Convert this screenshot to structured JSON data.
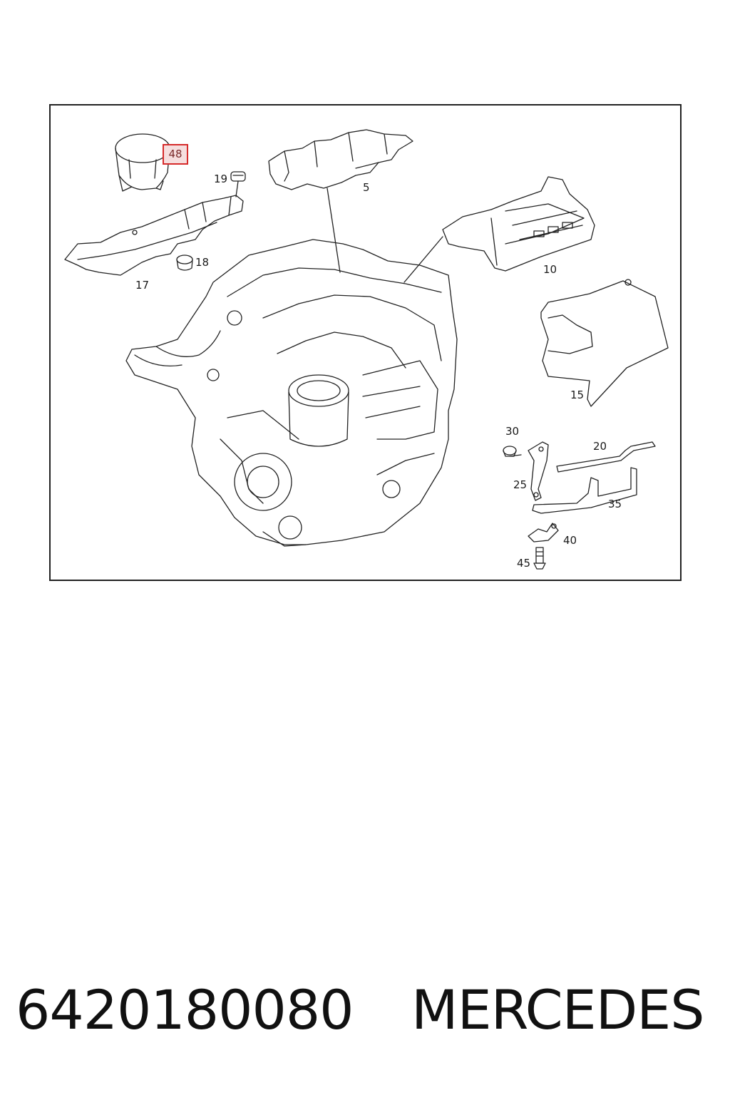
{
  "diagram": {
    "labels": {
      "l48": "48",
      "l19": "19",
      "l5": "5",
      "l18": "18",
      "l17": "17",
      "l10": "10",
      "l15": "15",
      "l30": "30",
      "l20": "20",
      "l25": "25",
      "l35": "35",
      "l40": "40",
      "l45": "45"
    },
    "highlight_color": "#d62b2b"
  },
  "caption": {
    "part_number": "6420180080",
    "brand": "MERCEDES"
  }
}
